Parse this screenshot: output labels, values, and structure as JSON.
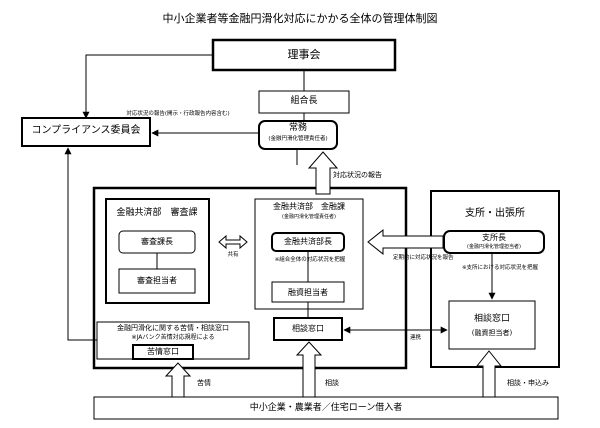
{
  "title": "中小企業者等金融円滑化対応にかかる全体の管理体制図",
  "board": "理事会",
  "president": "組合長",
  "managing_director": {
    "title": "常務",
    "note": "(金融円滑化管理責任者)"
  },
  "compliance": "コンプライアンス委員会",
  "report_to_compliance": "対応状況の報告(開示・行政報告内容含む)",
  "report_up": "対応状況の報告",
  "review_section": {
    "title": "金融共済部　審査課",
    "chief": "審査課長",
    "staff": "審査担当者"
  },
  "share_label": "共有",
  "finance_section": {
    "title": "金融共済部　金融課",
    "note": "(金融円滑化管理責任者)",
    "chief": "金融共済部長",
    "chief_note": "※組合全体の対応状況を把握",
    "staff": "融資担当者"
  },
  "branch_section": {
    "title": "支所・出張所",
    "head": "支所長",
    "head_note": "(金融円滑化管理担当者)",
    "periodic_report": "定期的に対応状況を報告",
    "branch_scope": "※支所における対応状況を把握",
    "window": "相談窓口",
    "window_note": "(融資担当者)"
  },
  "complaint_window": {
    "title": "金融円滑化に関する苦情・相談窓口",
    "note": "※JAバンク苦情対応規程による",
    "box": "苦情窓口"
  },
  "consult_window": "相談窓口",
  "liaison_label": "連携",
  "customers": "中小企業・農業者／住宅ローン借入者",
  "flow_labels": {
    "complaint": "苦情",
    "consult": "相談",
    "consult_apply": "相談・申込み"
  }
}
